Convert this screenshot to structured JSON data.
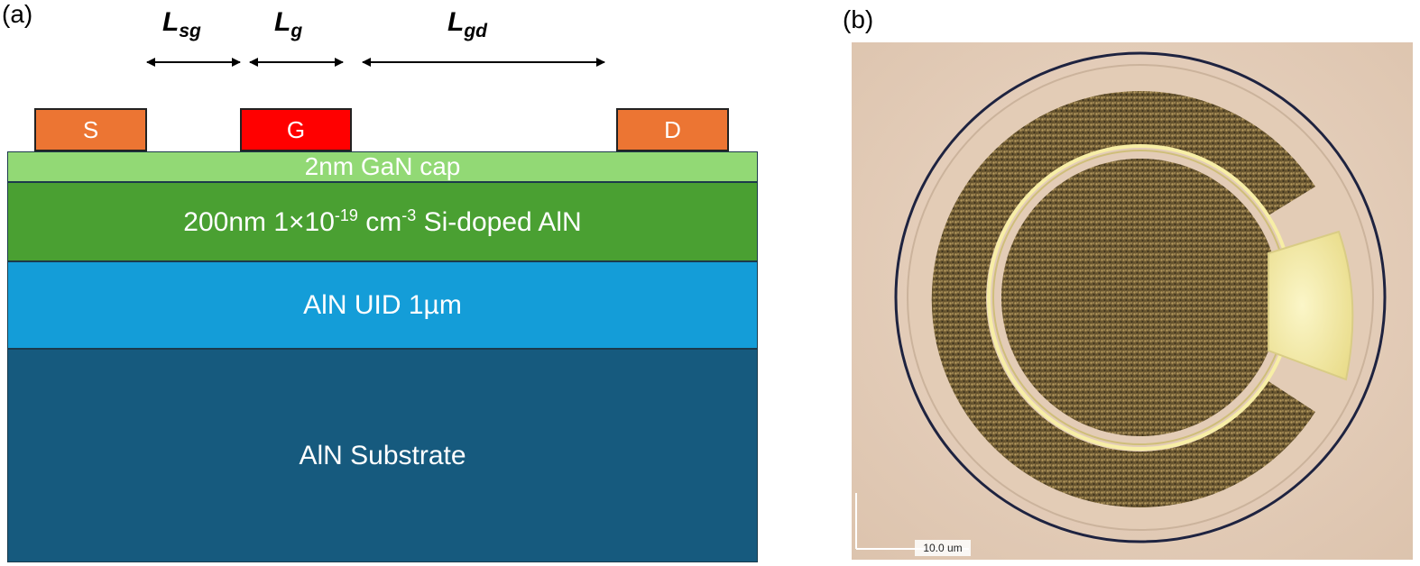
{
  "panel_a": {
    "label": "(a)",
    "dimensions": {
      "lsg": {
        "main": "L",
        "sub": "sg"
      },
      "lg": {
        "main": "L",
        "sub": "g"
      },
      "lgd": {
        "main": "L",
        "sub": "gd"
      }
    },
    "contacts": {
      "source": {
        "label": "S",
        "color": "#ec7533"
      },
      "gate": {
        "label": "G",
        "color": "#ff0000"
      },
      "drain": {
        "label": "D",
        "color": "#ec7533"
      }
    },
    "layers": {
      "cap": {
        "label": "2nm GaN cap",
        "color": "#92d975"
      },
      "doped": {
        "pre": "200nm 1×10",
        "exp1": "-19",
        "mid": " cm",
        "exp2": "-3",
        "post": " Si-doped AlN",
        "color": "#4aa032"
      },
      "uid": {
        "label": "AlN UID 1µm",
        "color": "#149dd8"
      },
      "substrate": {
        "label": "AlN Substrate",
        "color": "#165a7e"
      }
    }
  },
  "panel_b": {
    "label": "(b)",
    "scale_bar": "10.0 um",
    "background_color": "#e6d0bc",
    "metal_color": "#7a6338",
    "contact_color": "#f6f0b0"
  }
}
